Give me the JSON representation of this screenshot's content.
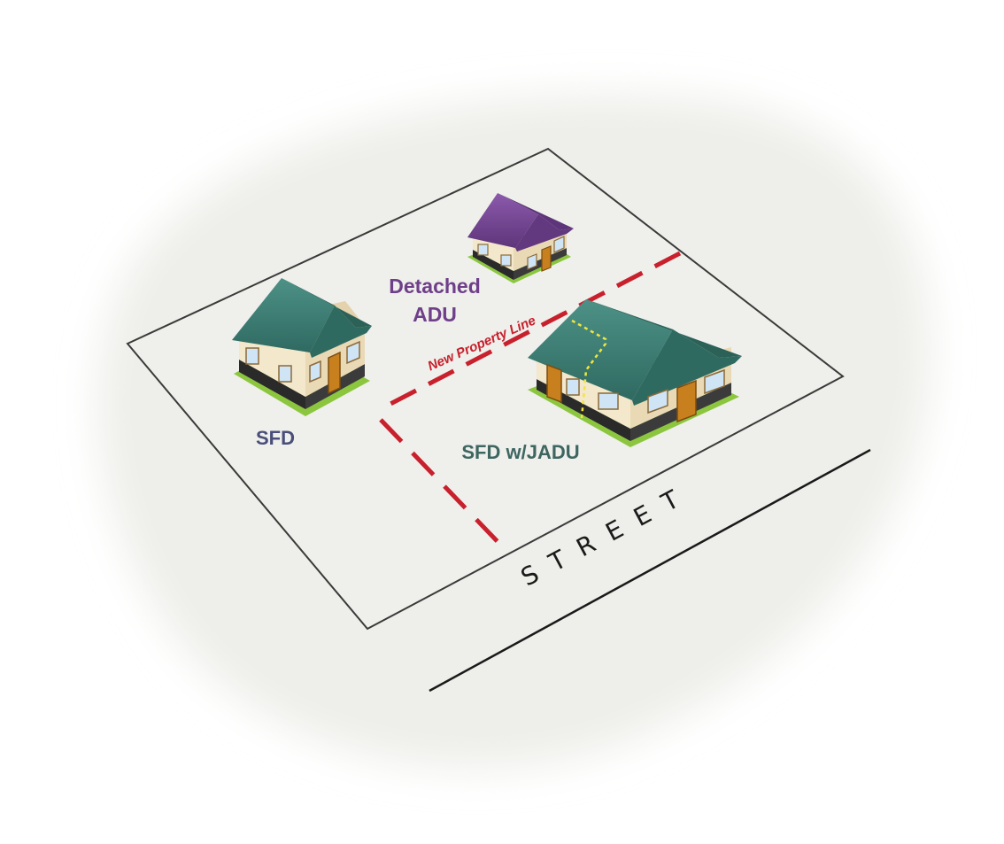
{
  "labels": {
    "sfd": "SFD",
    "detached_adu_line1": "Detached",
    "detached_adu_line2": "ADU",
    "sfd_jadu": "SFD w/JADU",
    "new_property_line": "New Property Line",
    "street": "STREET"
  },
  "colors": {
    "background_blob": "#eeeeea",
    "lot_outline": "#3a3a3a",
    "property_line": "#c8202c",
    "jadu_divider": "#f0e640",
    "sfd_label": "#4a4f7a",
    "adu_label": "#6f3f8a",
    "jadu_label": "#3e6660",
    "roof_green": "#3f7f75",
    "roof_purple": "#7a4a98",
    "wall": "#f3e7cc",
    "grass": "#8cc63f",
    "window": "#cfe5f5",
    "door": "#c8801e"
  }
}
